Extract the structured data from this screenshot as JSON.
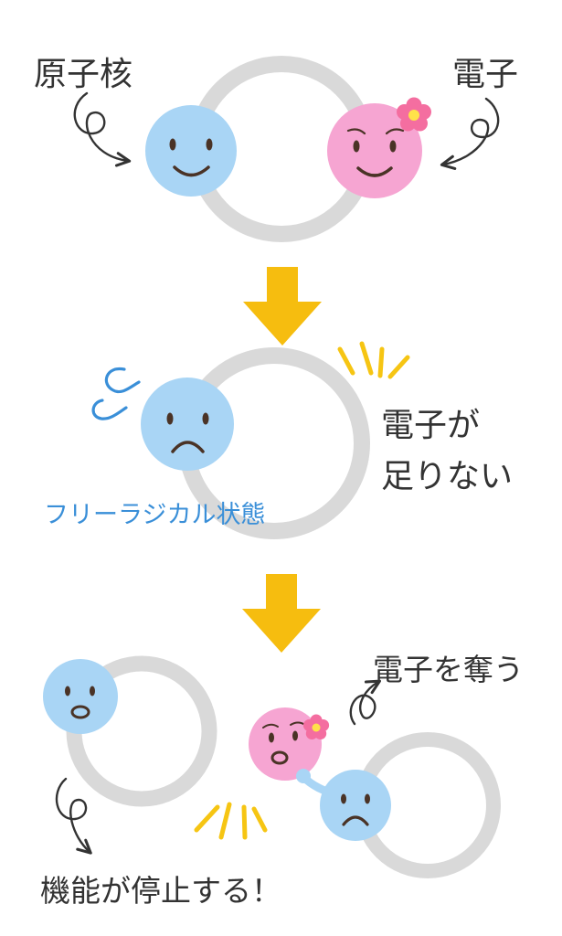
{
  "labels": {
    "nucleus": "原子核",
    "electron": "電子",
    "electron_shortage": [
      "電子が",
      "足りない"
    ],
    "free_radical_state": "フリーラジカル状態",
    "steal_electron": "電子を奪う",
    "function_stops": "機能が停止する！"
  },
  "colors": {
    "nucleus": "#a9d5f5",
    "electron": "#f6a5d2",
    "ring": "#d9d9d9",
    "arrow": "#f6bd0f",
    "accent_lines": "#f6c513",
    "flower": "#f46ea0",
    "face_ink": "#4a3326",
    "text": "#333333",
    "blue_text": "#3a8fd8"
  }
}
